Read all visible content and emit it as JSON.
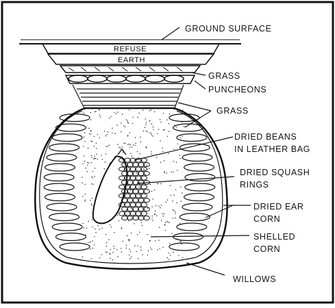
{
  "labels": {
    "ground_surface": "GROUND SURFACE",
    "refuse": "REFUSE",
    "earth": "EARTH",
    "grass_top": "GRASS",
    "puncheons": "PUNCHEONS",
    "grass_side": "GRASS",
    "dried_beans_line1": "DRIED BEANS",
    "dried_beans_line2": "IN LEATHER BAG",
    "dried_squash_line1": "DRIED SQUASH",
    "dried_squash_line2": "RINGS",
    "dried_ear_line1": "DRIED EAR",
    "dried_ear_line2": "CORN",
    "shelled_line1": "SHELLED",
    "shelled_line2": "CORN",
    "willows": "WILLOWS"
  },
  "colors": {
    "ink": "#111111",
    "paper": "#ffffff"
  }
}
